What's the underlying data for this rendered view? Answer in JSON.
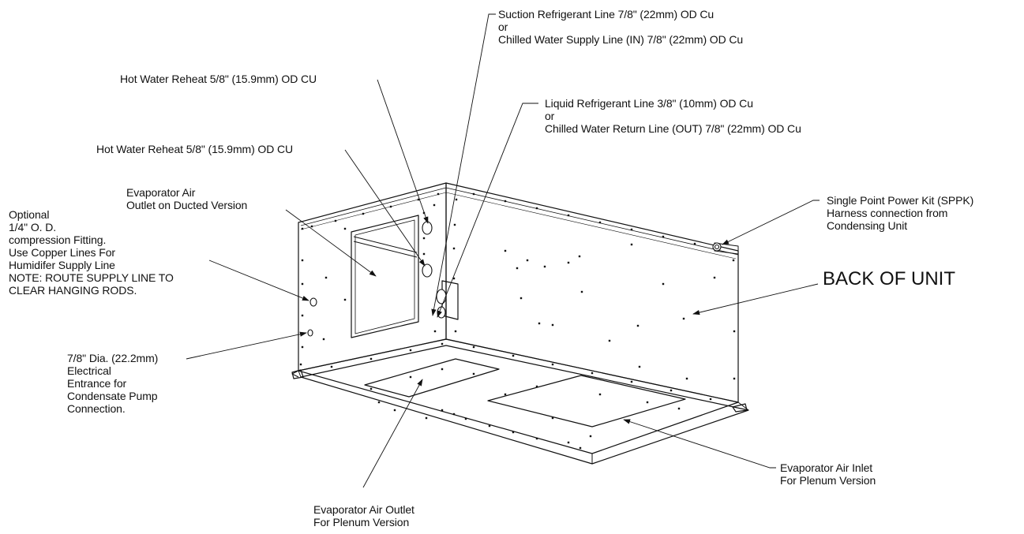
{
  "callouts": {
    "suction": [
      "Suction Refrigerant Line 7/8\" (22mm) OD Cu",
      "or",
      "Chilled Water Supply Line (IN) 7/8\" (22mm) OD Cu"
    ],
    "liquid": [
      "Liquid Refrigerant Line 3/8\" (10mm) OD Cu",
      "or",
      "Chilled Water Return Line (OUT) 7/8\" (22mm) OD Cu"
    ],
    "hot_water_reheat_upper": "Hot Water Reheat 5/8\" (15.9mm) OD CU",
    "hot_water_reheat_lower": "Hot Water Reheat 5/8\" (15.9mm) OD CU",
    "evap_outlet_ducted": [
      "Evaporator Air",
      "Outlet on Ducted Version"
    ],
    "optional_fitting": [
      "Optional",
      "1/4\" O. D.",
      "compression Fitting.",
      "Use Copper Lines For",
      "Humidifer Supply Line",
      "NOTE: ROUTE SUPPLY LINE TO",
      "CLEAR HANGING RODS."
    ],
    "electrical_entrance": [
      "7/8\" Dia. (22.2mm)",
      "Electrical",
      "Entrance for",
      "Condensate Pump",
      "Connection."
    ],
    "sppk": [
      "Single Point Power Kit (SPPK)",
      "Harness connection from",
      "Condensing Unit"
    ],
    "back_of_unit": "BACK OF UNIT",
    "evap_inlet_plenum": [
      "Evaporator Air Inlet",
      "For Plenum Version"
    ],
    "evap_outlet_plenum": [
      "Evaporator Air Outlet",
      "For Plenum Version"
    ]
  },
  "colors": {
    "ink": "#111111",
    "background": "#ffffff"
  }
}
